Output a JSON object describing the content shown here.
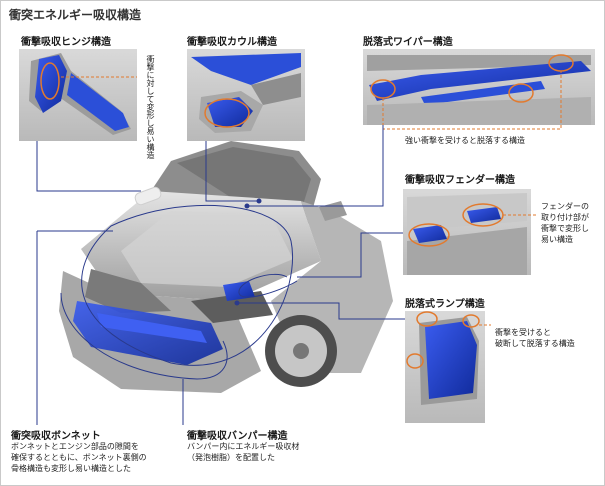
{
  "title": "衝突エネルギー吸収構造",
  "features": {
    "hinge": {
      "label": "衝撃吸収ヒンジ構造"
    },
    "cowl": {
      "label": "衝撃吸収カウル構造",
      "note": "衝撃に対して変形し易い構造"
    },
    "wiper": {
      "label": "脱落式ワイパー構造",
      "note": "強い衝撃を受けると脱落する構造"
    },
    "fender": {
      "label": "衝撃吸収フェンダー構造",
      "note_lines": [
        "フェンダーの",
        "取り付け部が",
        "衝撃で変形し",
        "易い構造"
      ]
    },
    "lamp": {
      "label": "脱落式ランプ構造",
      "note_lines": [
        "衝撃を受けると",
        "破断して脱落する構造"
      ]
    },
    "bonnet": {
      "label": "衝突吸収ボンネット",
      "note_lines": [
        "ボンネットとエンジン部品の隙間を",
        "確保するとともに、ボンネット裏側の",
        "骨格構造も変形し易い構造とした"
      ]
    },
    "bumper": {
      "label": "衝撃吸収バンパー構造",
      "note_lines": [
        "バンパー内にエネルギー吸収材",
        "（発泡樹脂）を配置した"
      ]
    }
  },
  "colors": {
    "accent_blue": "#1d3fc4",
    "callout_line": "#2a3a8c",
    "highlight_orange": "#e27a2e"
  }
}
